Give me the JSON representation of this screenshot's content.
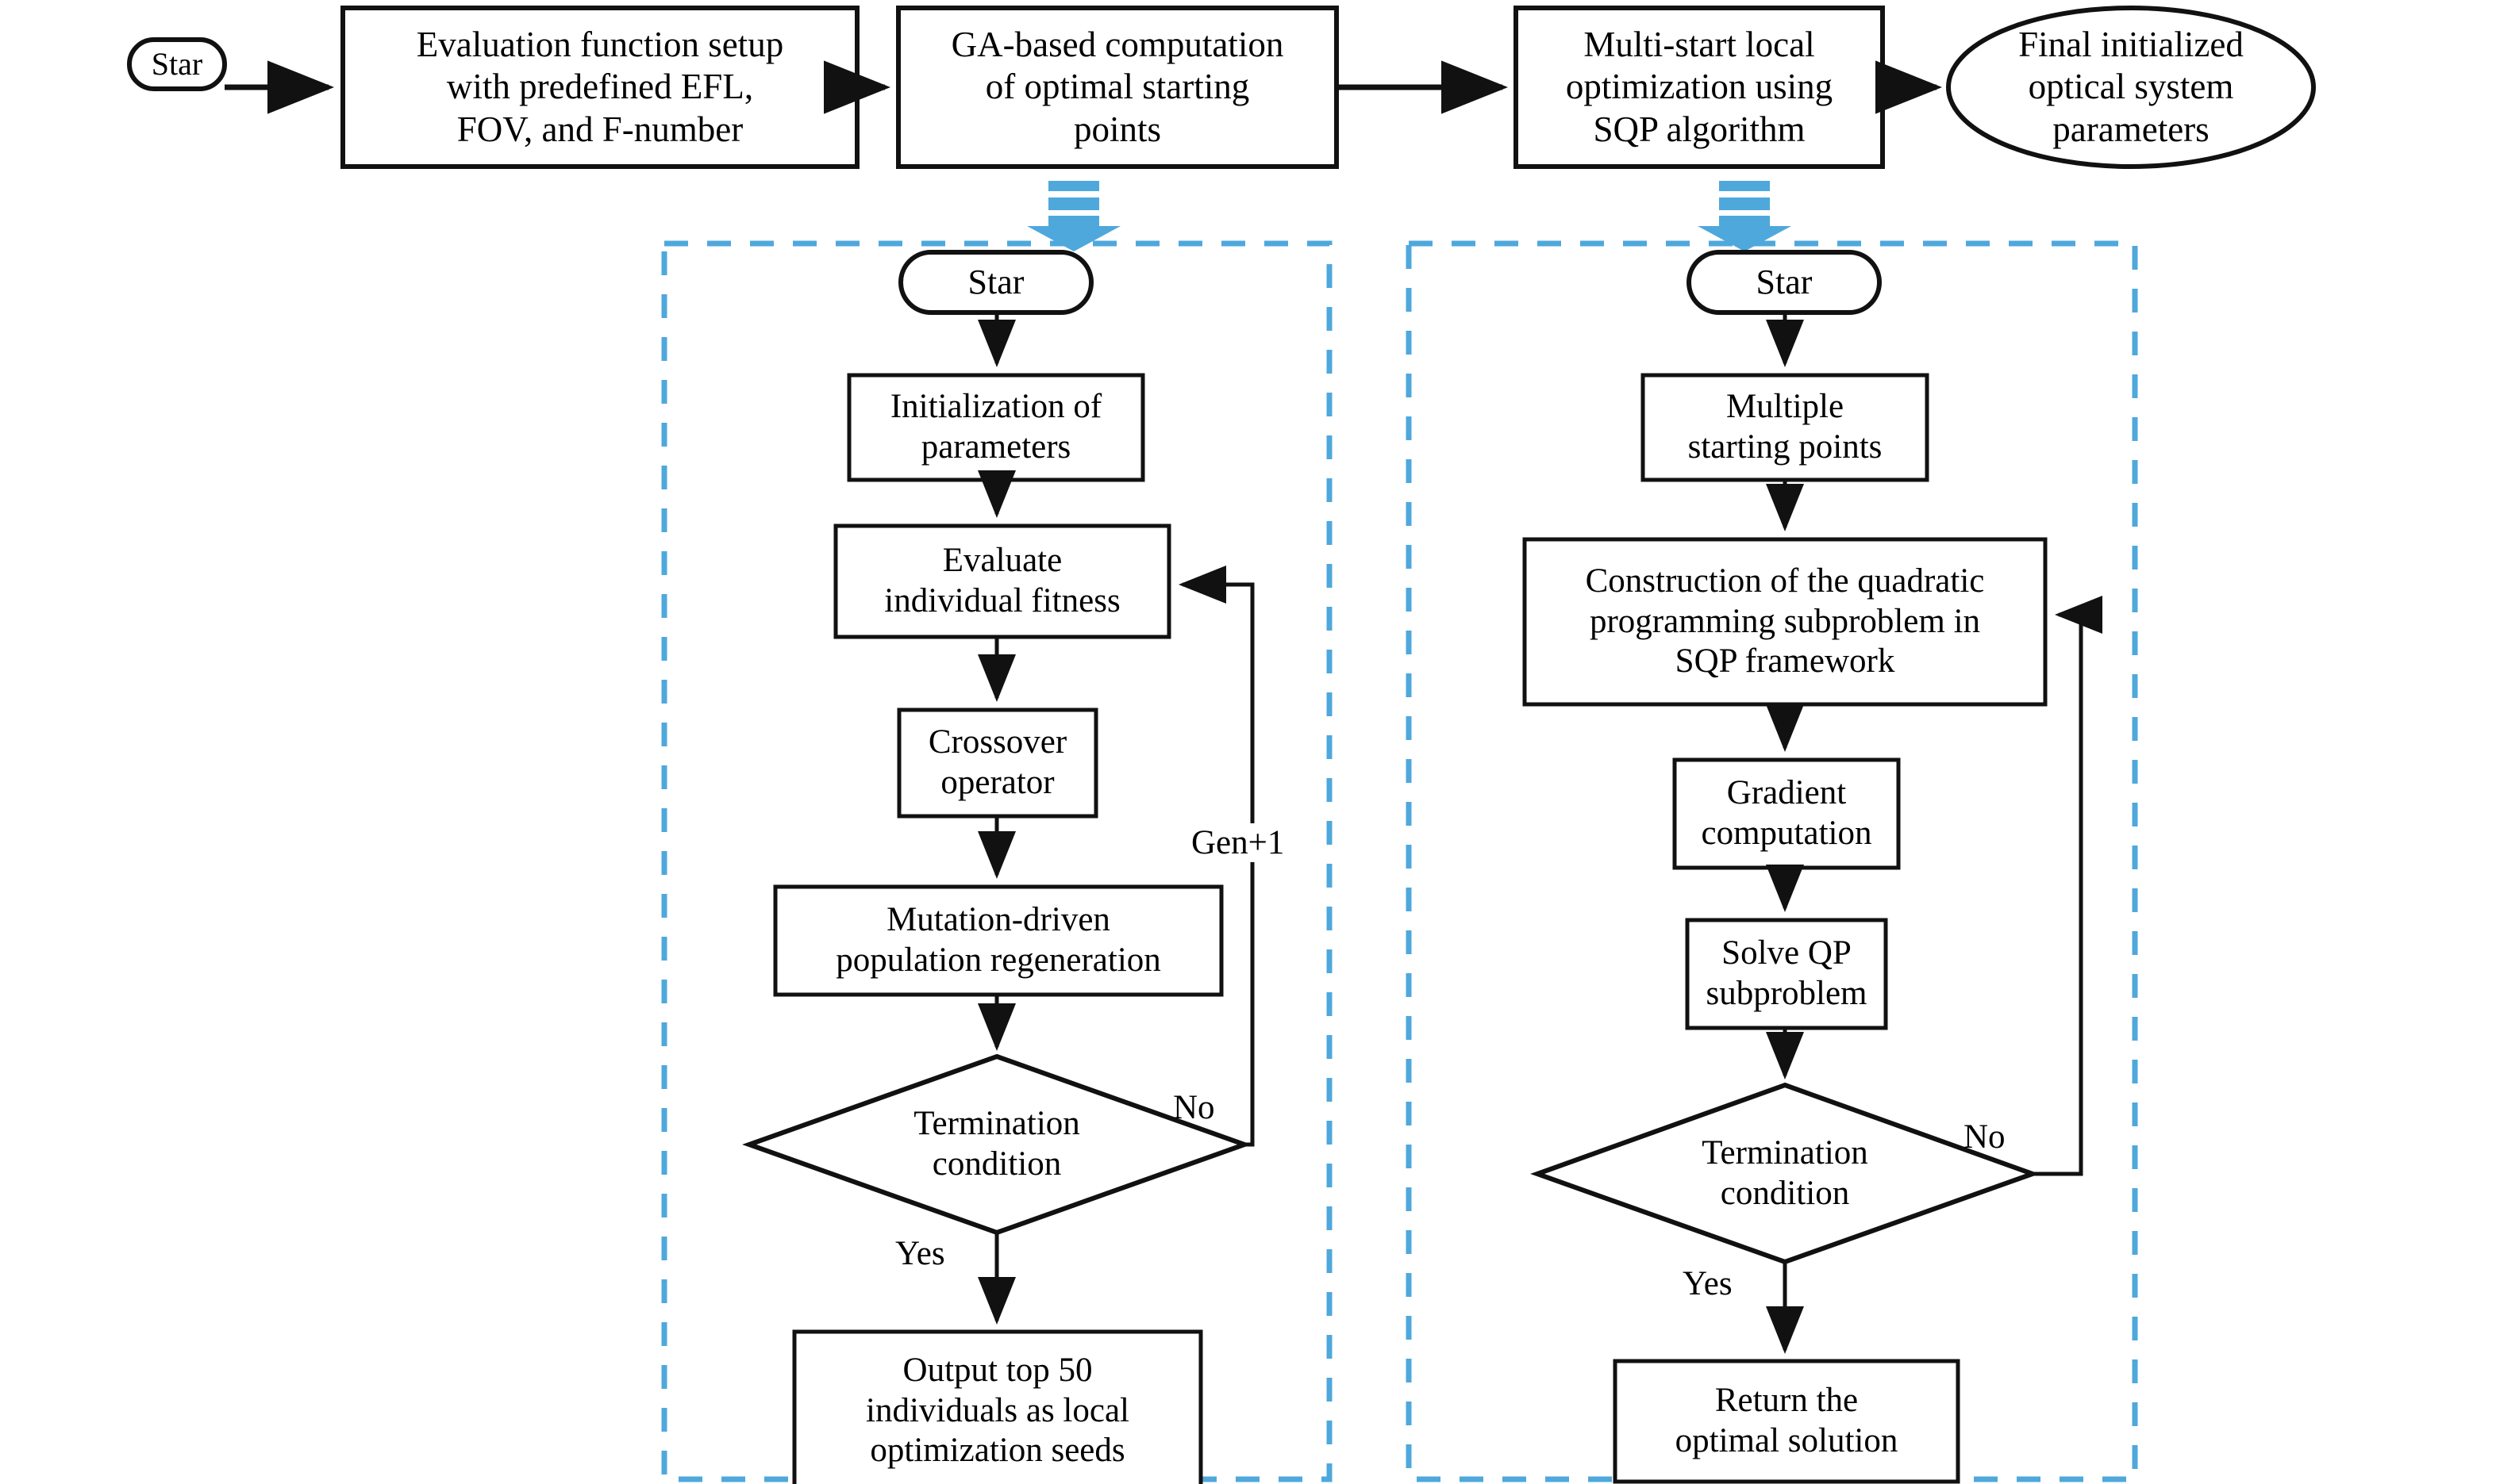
{
  "figure": {
    "kind": "flowchart",
    "background": "#ffffff",
    "line_color": "#000000",
    "group_border_color": "#4FA8DC",
    "accent_arrow_color": "#4FA8DC"
  },
  "top_flow": {
    "nodes": [
      {
        "id": "start",
        "shape": "stadium",
        "label": "Star"
      },
      {
        "id": "eval_setup",
        "shape": "rect",
        "label": "Evaluation function setup\nwith predefined EFL,\nFOV, and F-number"
      },
      {
        "id": "ga",
        "shape": "rect",
        "label": "GA-based computation\nof optimal starting\npoints"
      },
      {
        "id": "sqp",
        "shape": "rect",
        "label": "Multi-start local\noptimization using\nSQP algorithm"
      },
      {
        "id": "final",
        "shape": "ellipse",
        "label": "Final initialized\noptical system\nparameters"
      }
    ],
    "edges": [
      {
        "from": "start",
        "to": "eval_setup",
        "label": ""
      },
      {
        "from": "eval_setup",
        "to": "ga",
        "label": ""
      },
      {
        "from": "ga",
        "to": "sqp",
        "label": ""
      },
      {
        "from": "sqp",
        "to": "final",
        "label": ""
      }
    ]
  },
  "expansions": [
    {
      "from_node": "ga",
      "icon": "blue-down-arrow",
      "to_group": "ga_detail"
    },
    {
      "from_node": "sqp",
      "icon": "blue-down-arrow",
      "to_group": "sqp_detail"
    }
  ],
  "ga_detail": {
    "group_name": "ga-detail-group",
    "nodes": [
      {
        "id": "ga_start",
        "shape": "stadium",
        "label": "Star"
      },
      {
        "id": "ga_init",
        "shape": "rect",
        "label": "Initialization of\nparameters"
      },
      {
        "id": "ga_eval",
        "shape": "rect",
        "label": "Evaluate\nindividual fitness"
      },
      {
        "id": "ga_cross",
        "shape": "rect",
        "label": "Crossover\noperator"
      },
      {
        "id": "ga_mut",
        "shape": "rect",
        "label": "Mutation-driven\npopulation regeneration"
      },
      {
        "id": "ga_term",
        "shape": "diamond",
        "label": "Termination\ncondition"
      },
      {
        "id": "ga_out",
        "shape": "rect",
        "label": "Output top 50\nindividuals as local\noptimization seeds"
      }
    ],
    "edges": [
      {
        "from": "ga_start",
        "to": "ga_init",
        "label": ""
      },
      {
        "from": "ga_init",
        "to": "ga_eval",
        "label": ""
      },
      {
        "from": "ga_eval",
        "to": "ga_cross",
        "label": ""
      },
      {
        "from": "ga_cross",
        "to": "ga_mut",
        "label": ""
      },
      {
        "from": "ga_mut",
        "to": "ga_term",
        "label": ""
      },
      {
        "from": "ga_term",
        "to": "ga_out",
        "label": "Yes"
      },
      {
        "from": "ga_term",
        "to": "ga_eval",
        "label": "No"
      }
    ],
    "loop_label": "Gen+1",
    "no_label": "No",
    "yes_label": "Yes"
  },
  "sqp_detail": {
    "group_name": "sqp-detail-group",
    "nodes": [
      {
        "id": "sq_start",
        "shape": "stadium",
        "label": "Star"
      },
      {
        "id": "sq_multi",
        "shape": "rect",
        "label": "Multiple\nstarting points"
      },
      {
        "id": "sq_con",
        "shape": "rect",
        "label": "Construction of the quadratic\nprogramming subproblem in\nSQP framework"
      },
      {
        "id": "sq_grad",
        "shape": "rect",
        "label": "Gradient\ncomputation"
      },
      {
        "id": "sq_solve",
        "shape": "rect",
        "label": "Solve QP\nsubproblem"
      },
      {
        "id": "sq_term",
        "shape": "diamond",
        "label": "Termination\ncondition"
      },
      {
        "id": "sq_ret",
        "shape": "rect",
        "label": "Return the\noptimal solution"
      }
    ],
    "edges": [
      {
        "from": "sq_start",
        "to": "sq_multi",
        "label": ""
      },
      {
        "from": "sq_multi",
        "to": "sq_con",
        "label": ""
      },
      {
        "from": "sq_con",
        "to": "sq_grad",
        "label": ""
      },
      {
        "from": "sq_grad",
        "to": "sq_solve",
        "label": ""
      },
      {
        "from": "sq_solve",
        "to": "sq_term",
        "label": ""
      },
      {
        "from": "sq_term",
        "to": "sq_ret",
        "label": "Yes"
      },
      {
        "from": "sq_term",
        "to": "sq_con",
        "label": "No"
      }
    ],
    "no_label": "No",
    "yes_label": "Yes"
  }
}
